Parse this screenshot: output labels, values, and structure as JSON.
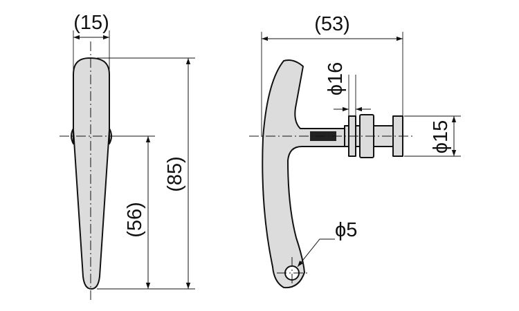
{
  "colors": {
    "part_fill": "#dcdcdc",
    "line": "#111111",
    "background": "#ffffff",
    "logo_fill": "#222222"
  },
  "views": {
    "front": {
      "dim_width": "(15)",
      "dim_total_height": "(85)",
      "dim_lower_height": "(56)"
    },
    "side": {
      "dim_length": "(53)",
      "dim_boss_dia": "ϕ16",
      "dim_shaft_dia": "ϕ15",
      "dim_hole_dia": "ϕ5"
    }
  }
}
